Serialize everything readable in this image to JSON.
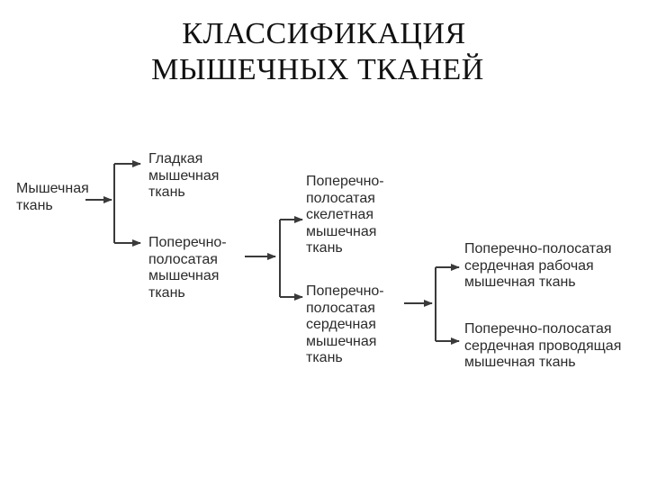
{
  "title": {
    "line1": "КЛАССИФИКАЦИЯ",
    "line2": "МЫШЕЧНЫХ ТКАНЕЙ"
  },
  "nodes": {
    "muscle": "Мышечная\nткань",
    "smooth": "Гладкая\nмышечная\nткань",
    "striated": "Поперечно-\nполосатая\nмышечная\nткань",
    "skeletal": "Поперечно-\nполосатая\nскелетная\nмышечная\nткань",
    "cardiac": "Поперечно-\nполосатая\nсердечная\nмышечная\nткань",
    "cardiac_working": "Поперечно-полосатая\nсердечная рабочая\nмышечная ткань",
    "cardiac_conducting": "Поперечно-полосатая\nсердечная проводящая\nмышечная ткань"
  },
  "colors": {
    "text": "#2b2b2b",
    "lines": "#3a3a3a",
    "background": "#ffffff"
  }
}
